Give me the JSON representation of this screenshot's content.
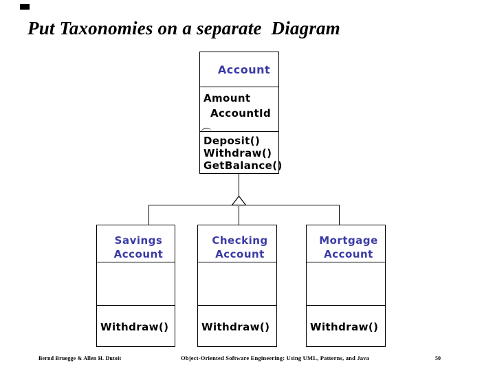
{
  "slide": {
    "title": "Put Taxonomies on a separate  Diagram",
    "accent_color": "#3a3aa6",
    "border_color": "#000000"
  },
  "diagram": {
    "superclass": {
      "name": "Account",
      "attributes": [
        "Amount",
        "AccountId"
      ],
      "methods": [
        "Deposit()",
        "Withdraw()",
        "GetBalance()"
      ]
    },
    "subclasses": [
      {
        "name_line1": "Savings",
        "name_line2": "Account",
        "method": "Withdraw()"
      },
      {
        "name_line1": "Checking",
        "name_line2": "Account",
        "method": "Withdraw()"
      },
      {
        "name_line1": "Mortgage",
        "name_line2": "Account",
        "method": "Withdraw()"
      }
    ],
    "relationship": "inheritance"
  },
  "footer": {
    "authors": "Bernd Bruegge & Allen H. Dutoit",
    "book": "Object-Oriented Software Engineering: Using UML, Patterns, and Java",
    "page_number": "50"
  }
}
